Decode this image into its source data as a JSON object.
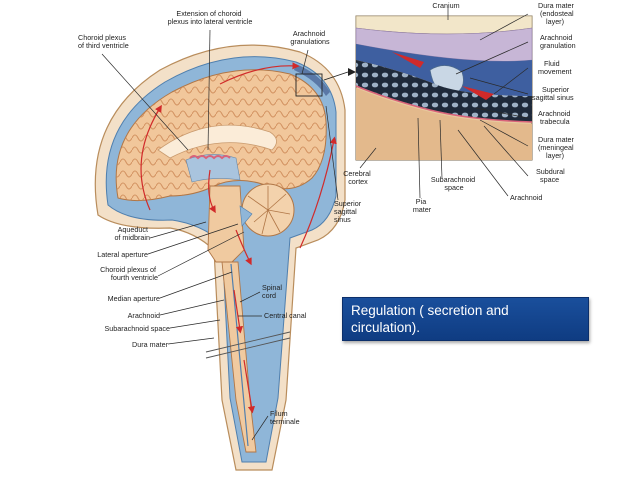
{
  "caption": "Regulation ( secretion and circulation).",
  "labels": {
    "choroid_plexus_third": [
      "Choroid plexus",
      "of third ventricle"
    ],
    "extension_choroid": [
      "Extension of choroid",
      "plexus into lateral ventricle"
    ],
    "arachnoid_granulations": [
      "Arachnoid",
      "granulations"
    ],
    "aqueduct": [
      "Aqueduct",
      "of midbrain"
    ],
    "lateral_aperture": "Lateral aperture",
    "choroid_plexus_fourth": [
      "Choroid plexus of",
      "fourth ventricle"
    ],
    "median_aperture": "Median aperture",
    "arachnoid_left": "Arachnoid",
    "subarachnoid_space_left": "Subarachnoid space",
    "dura_mater_left": "Dura mater",
    "spinal_cord": [
      "Spinal",
      "cord"
    ],
    "central_canal": "Central canal",
    "filum_terminale": [
      "Filum",
      "terminale"
    ],
    "superior_sagittal_sinus": [
      "Superior",
      "sagittal",
      "sinus"
    ],
    "cranium": "Cranium",
    "dura_endosteal": [
      "Dura mater",
      "(endosteal",
      "layer)"
    ],
    "arachnoid_granulation": [
      "Arachnoid",
      "granulation"
    ],
    "fluid_movement": [
      "Fluid",
      "movement"
    ],
    "superior_sagittal_sinus_inset": [
      "Superior",
      "sagittal sinus"
    ],
    "arachnoid_trabecula": [
      "Arachnoid",
      "trabecula"
    ],
    "dura_meningeal": [
      "Dura mater",
      "(meningeal",
      "layer)"
    ],
    "subdural_space": [
      "Subdural",
      "space"
    ],
    "cerebral_cortex": [
      "Cerebral",
      "cortex"
    ],
    "subarachnoid_space_inset": [
      "Subarachnoid",
      "space"
    ],
    "pia_mater": [
      "Pia",
      "mater"
    ],
    "arachnoid_inset": "Arachnoid"
  }
}
